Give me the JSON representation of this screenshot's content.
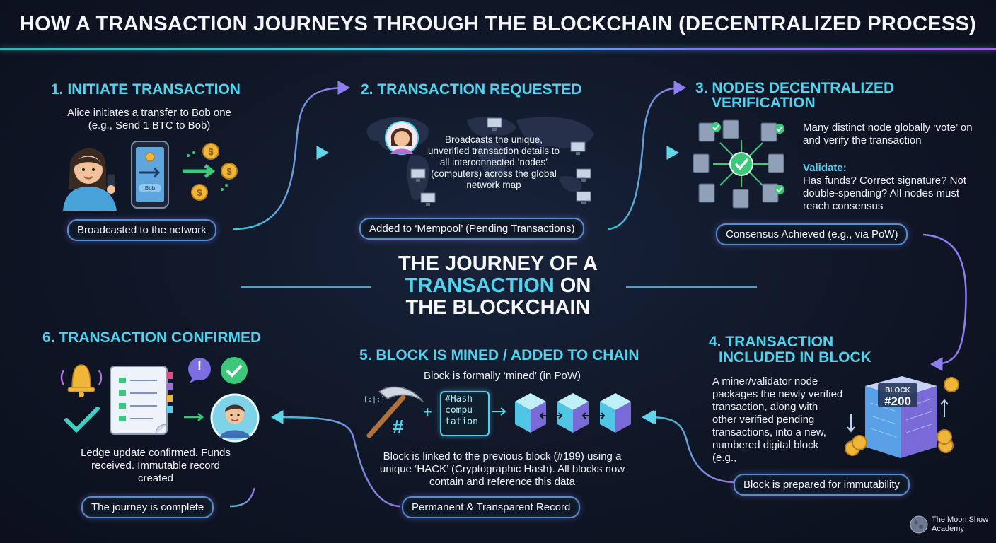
{
  "title": "HOW A TRANSACTION JOURNEYS THROUGH THE BLOCKCHAIN (DECENTRALIZED PROCESS)",
  "center": {
    "line1": "THE JOURNEY OF A",
    "highlight": "TRANSACTION",
    "on": "ON",
    "line3": "THE BLOCKCHAIN"
  },
  "steps": {
    "s1": {
      "title": "1. INITIATE TRANSACTION",
      "desc": "Alice initiates a transfer to Bob one (e.g., Send 1 BTC to Bob)",
      "phone_label": "Bob",
      "pill": "Broadcasted to the network"
    },
    "s2": {
      "title": "2. TRANSACTION REQUESTED",
      "desc": "Broadcasts the unique, unverified transaction details to all interconnected ‘nodes’ (computers) across the global network map",
      "pill": "Added to ‘Mempool’ (Pending Transactions)"
    },
    "s3": {
      "title_line1": "3. NODES DECENTRALIZED",
      "title_line2": "VERIFICATION",
      "desc": "Many distinct node globally ‘vote’ on and verify the transaction",
      "validate_label": "Validate:",
      "validate_text": "Has funds? Correct signature? Not double-spending? All nodes must reach consensus",
      "pill": "Consensus Achieved (e.g., via PoW)"
    },
    "s4": {
      "title_line1": "4. TRANSACTION",
      "title_line2": "INCLUDED IN BLOCK",
      "desc": "A miner/validator node packages the newly verified transaction, along with other verified pending transactions, into a new, numbered digital block (e.g.,",
      "block_label": "BLOCK",
      "block_number": "#200",
      "pill": "Block is prepared for immutability"
    },
    "s5": {
      "title": "5. BLOCK IS MINED / ADDED TO CHAIN",
      "subtitle": "Block is formally ‘mined’ (in PoW)",
      "hash_box": "#Hash compu tation",
      "binary": "[:|:]",
      "hash_symbol": "#",
      "plus": "+",
      "desc": "Block is linked to the previous block (#199) using a unique ‘HACK’ (Cryptographic Hash). All blocks now contain and reference this data",
      "pill": "Permanent & Transparent Record"
    },
    "s6": {
      "title": "6. TRANSACTION CONFIRMED",
      "desc": "Ledge update confirmed. Funds received. Immutable record created",
      "exclaim": "!",
      "pill": "The journey is complete"
    }
  },
  "footer": {
    "brand_line1": "The Moon Show",
    "brand_line2": "Academy"
  },
  "colors": {
    "accent_cyan": "#4fd3ef",
    "accent_purple": "#9b6ee0",
    "check_green": "#3cc77a",
    "coin_gold": "#e8a93a",
    "background": "#0f1626"
  },
  "icons": [
    "avatar-alice",
    "phone-icon",
    "coin-icon",
    "world-map",
    "monitor-icon",
    "server-icon",
    "check-icon",
    "block-cube-icon",
    "pickaxe-icon",
    "bell-icon",
    "ledger-icon",
    "avatar-bob",
    "arrow-icon"
  ]
}
